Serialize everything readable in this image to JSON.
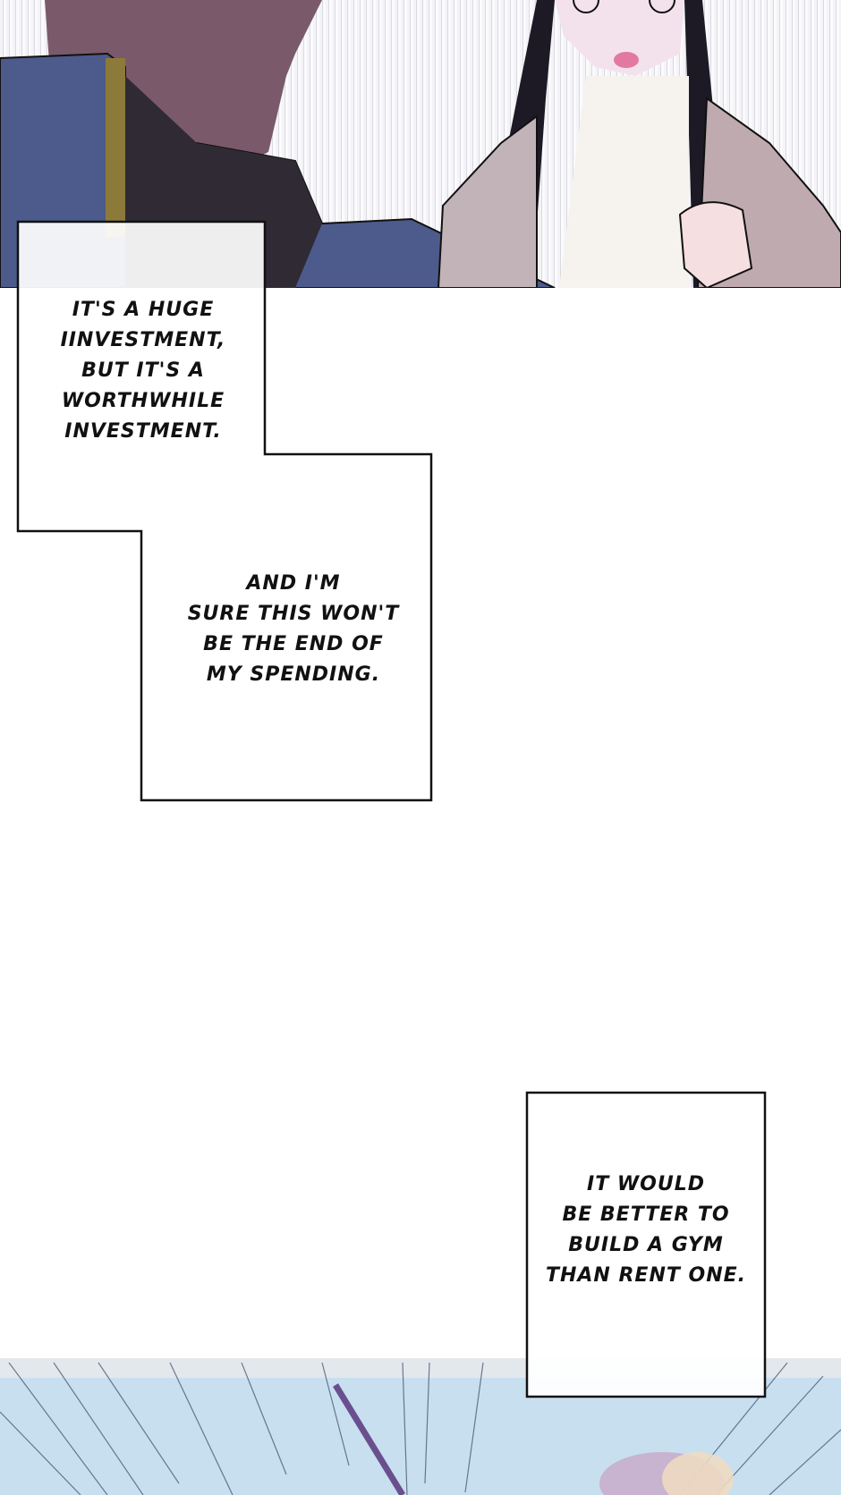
{
  "captions": [
    {
      "lines": [
        "IT'S A HUGE",
        "IINVESTMENT,",
        "BUT IT'S A",
        "WORTHWHILE",
        "INVESTMENT."
      ]
    },
    {
      "lines": [
        "AND I'M",
        "SURE THIS WON'T",
        "BE THE END OF",
        "MY SPENDING."
      ]
    },
    {
      "lines": [
        "IT WOULD",
        "BE BETTER TO",
        "BUILD A GYM",
        "THAN RENT ONE."
      ]
    }
  ]
}
